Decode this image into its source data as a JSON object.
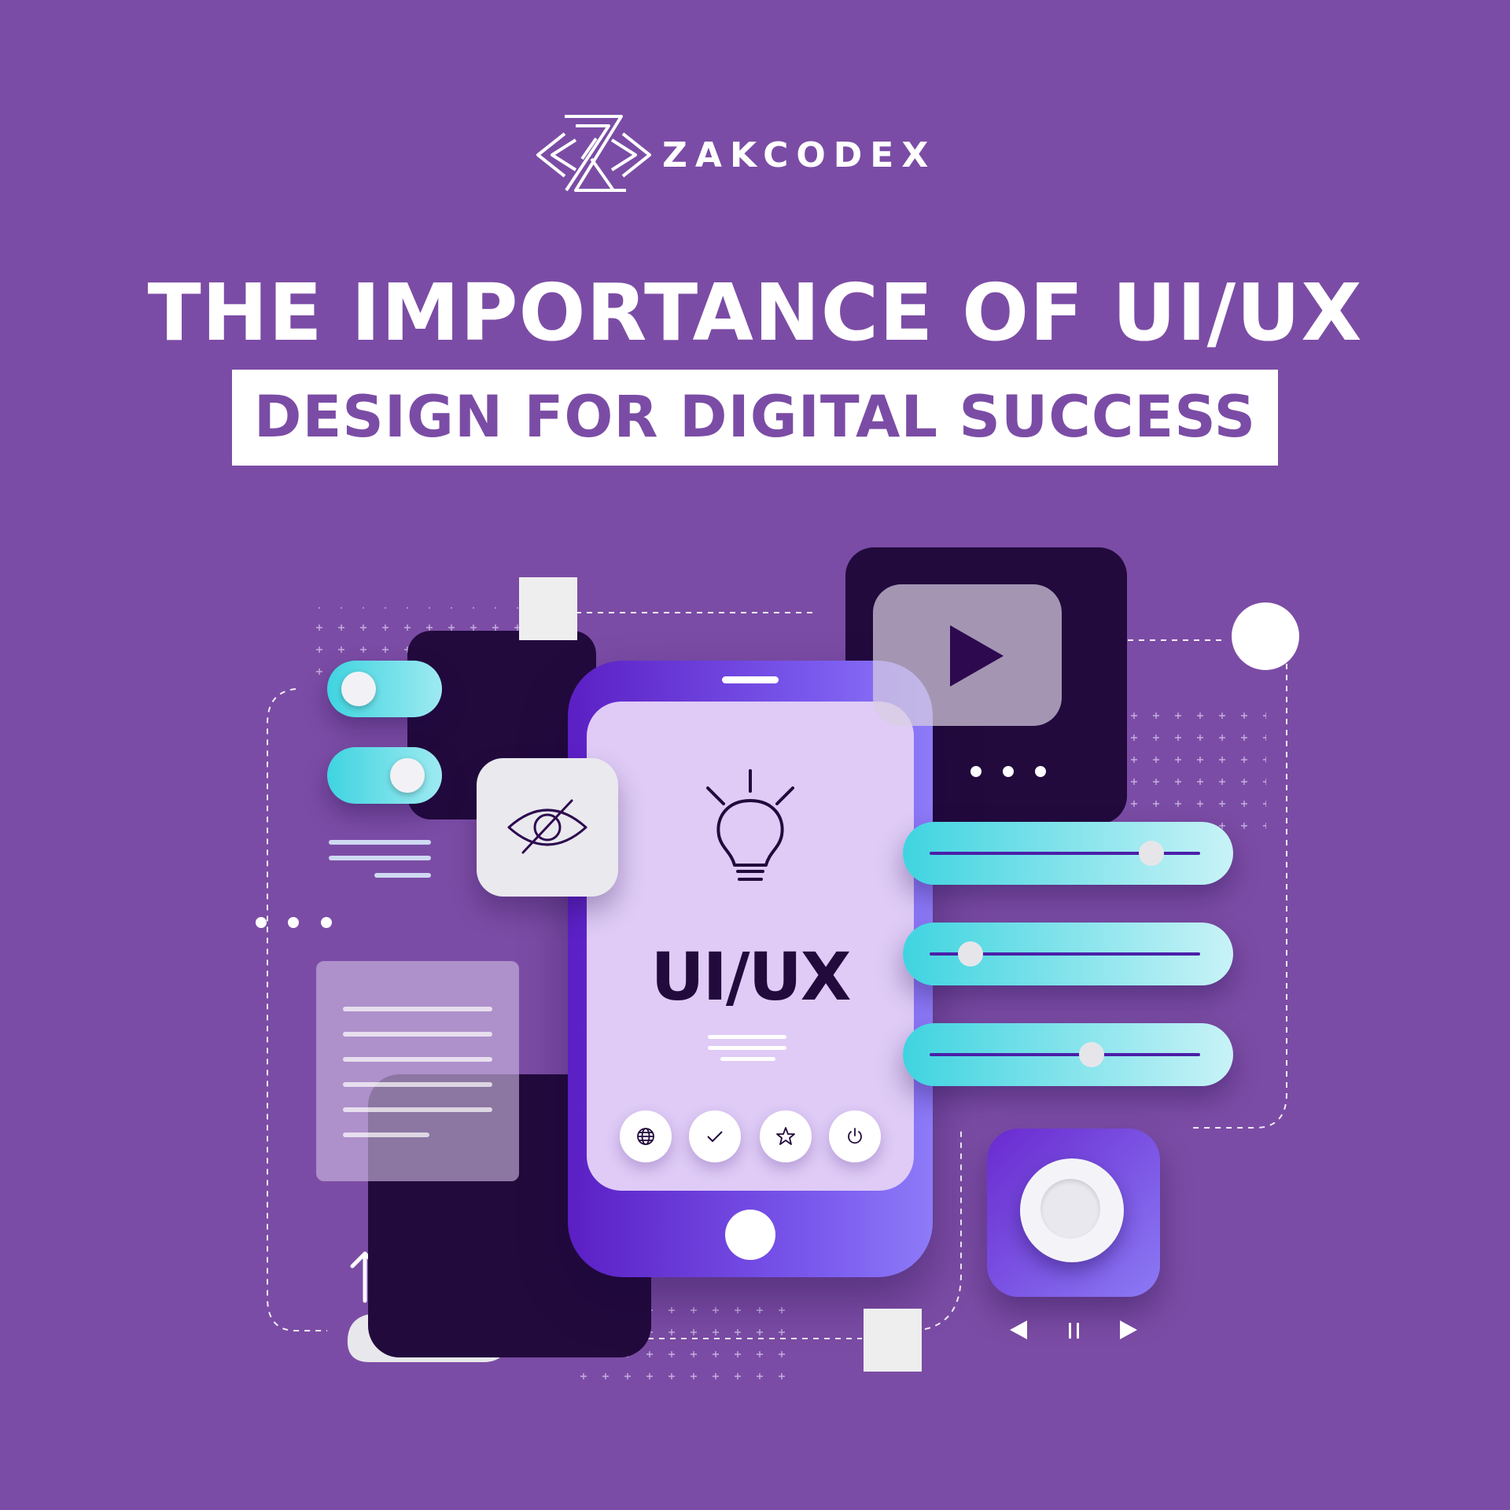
{
  "header": {
    "brand": "ZAKCODEX",
    "title": "THE IMPORTANCE OF UI/UX",
    "subtitle": "DESIGN FOR DIGITAL SUCCESS"
  },
  "phone": {
    "label": "UI/UX",
    "buttons": [
      "globe-icon",
      "check-icon",
      "star-icon",
      "power-icon"
    ]
  },
  "toggles": [
    {
      "state": "off"
    },
    {
      "state": "on"
    }
  ],
  "sliders": [
    {
      "value": 0.82
    },
    {
      "value": 0.15
    },
    {
      "value": 0.6
    }
  ],
  "media_controls": [
    "previous-icon",
    "pause-icon",
    "play-icon"
  ],
  "icons": [
    "lightbulb-icon",
    "eye-off-icon",
    "play-icon",
    "cloud-upload-icon"
  ],
  "colors": {
    "background": "#7b4ca5",
    "dark": "#220a3d",
    "accent_cyan": "#3fd4e0",
    "phone_purple": "#6a35d6",
    "screen": "#dfcbf6"
  }
}
